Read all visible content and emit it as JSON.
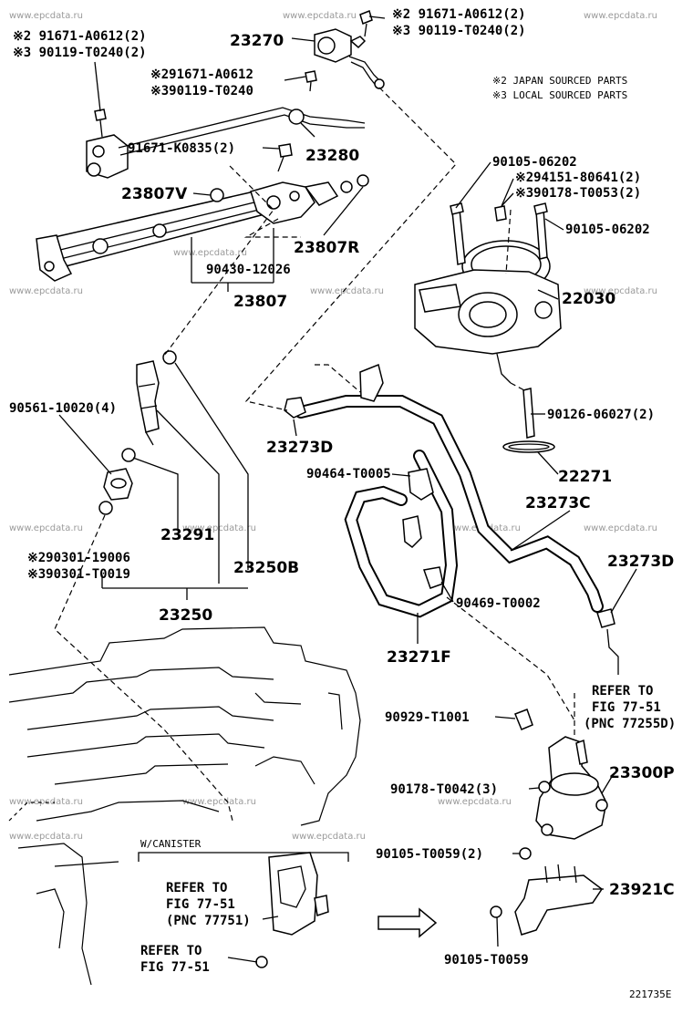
{
  "watermark": "www.epcdata.ru",
  "notes": {
    "japan": "※2 JAPAN SOURCED PARTS",
    "local": "※3 LOCAL SOURCED PARTS"
  },
  "labels": {
    "p23270": "23270",
    "p23270_a": "※2 91671-A0612(2)",
    "p23270_b": "※3 90119-T0240(2)",
    "tl_a": "※2 91671-A0612(2)",
    "tl_b": "※3 90119-T0240(2)",
    "mid_a": "※291671-A0612",
    "mid_b": "※390119-T0240",
    "p91671k": "91671-K0835(2)",
    "p23280": "23280",
    "p23807v": "23807V",
    "p23807r": "23807R",
    "p90430": "90430-12026",
    "p23807": "23807",
    "p90105_06202_a": "90105-06202",
    "p94151_a": "※294151-80641(2)",
    "p90178_t0053": "※390178-T0053(2)",
    "p90105_06202_b": "90105-06202",
    "p22030": "22030",
    "p90126": "90126-06027(2)",
    "p22271": "22271",
    "p90561": "90561-10020(4)",
    "p23273d_a": "23273D",
    "p90464": "90464-T0005",
    "p23273c": "23273C",
    "p23273d_b": "23273D",
    "p23291": "23291",
    "p90301_a": "※290301-19006",
    "p90301_b": "※390301-T0019",
    "p23250b": "23250B",
    "p23250": "23250",
    "p90469": "90469-T0002",
    "p23271f": "23271F",
    "ref1_a": "REFER TO",
    "ref1_b": "FIG 77-51",
    "ref1_c": "(PNC 77255D)",
    "p90929": "90929-T1001",
    "p23300p": "23300P",
    "p90178_t0042": "90178-T0042(3)",
    "p90105_t0059_a": "90105-T0059(2)",
    "p23921c": "23921C",
    "canister": "W/CANISTER",
    "ref2_a": "REFER TO",
    "ref2_b": "FIG 77-51",
    "ref2_c": "(PNC 77751)",
    "ref3_a": "REFER TO",
    "ref3_b": "FIG 77-51",
    "p90105_t0059_b": "90105-T0059",
    "figure_id": "221735E"
  }
}
